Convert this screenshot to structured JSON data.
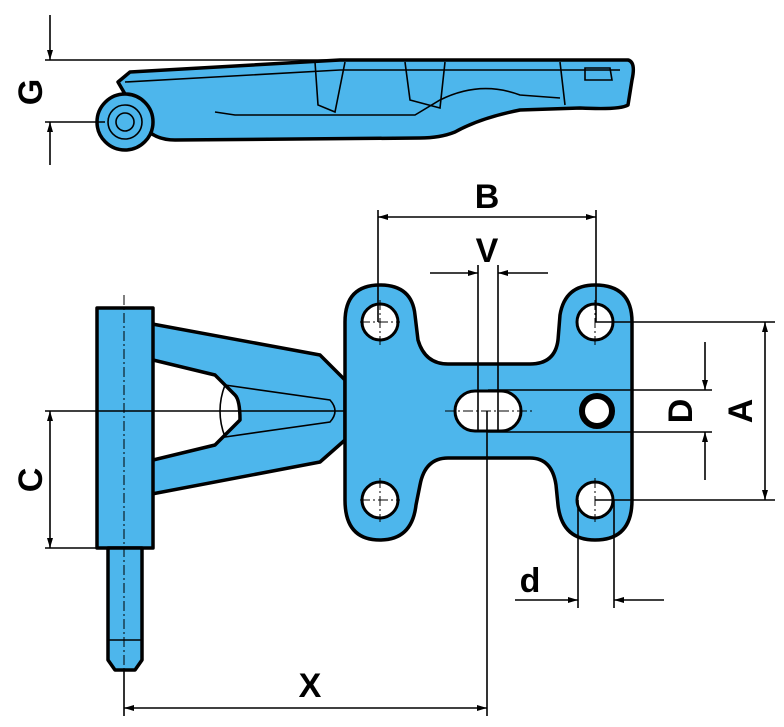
{
  "diagram": {
    "part_color": "#4db6ec",
    "dimension_labels": {
      "G": "G",
      "B": "B",
      "V": "V",
      "D": "D",
      "A": "A",
      "C": "C",
      "d": "d",
      "X": "X"
    }
  }
}
